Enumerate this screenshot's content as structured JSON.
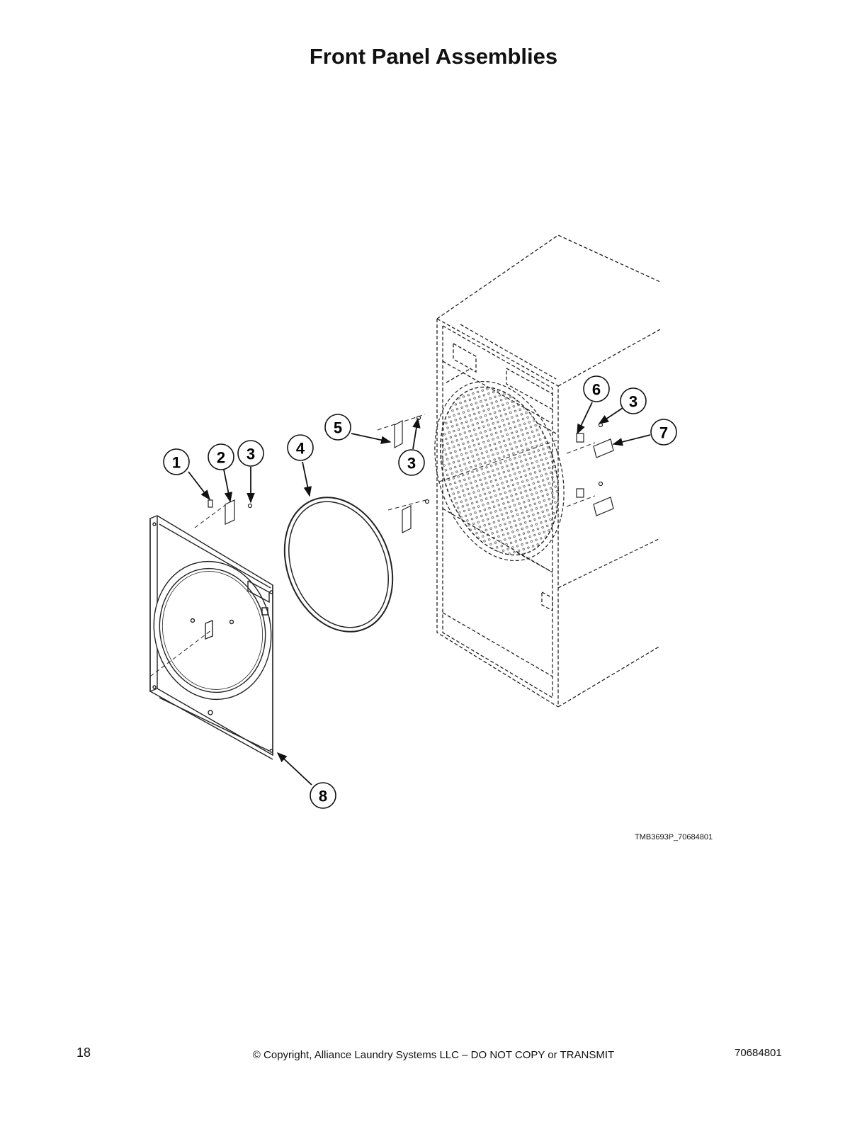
{
  "page": {
    "title": "Front Panel Assemblies",
    "figure_ref": "TMB3693P_70684801",
    "page_number": "18",
    "copyright": "© Copyright, Alliance Laundry Systems LLC – DO NOT COPY or TRANSMIT",
    "doc_number": "70684801"
  },
  "callouts": {
    "c1": "1",
    "c2": "2",
    "c3a": "3",
    "c4": "4",
    "c5": "5",
    "c3b": "3",
    "c6": "6",
    "c3c": "3",
    "c7": "7",
    "c8": "8"
  }
}
